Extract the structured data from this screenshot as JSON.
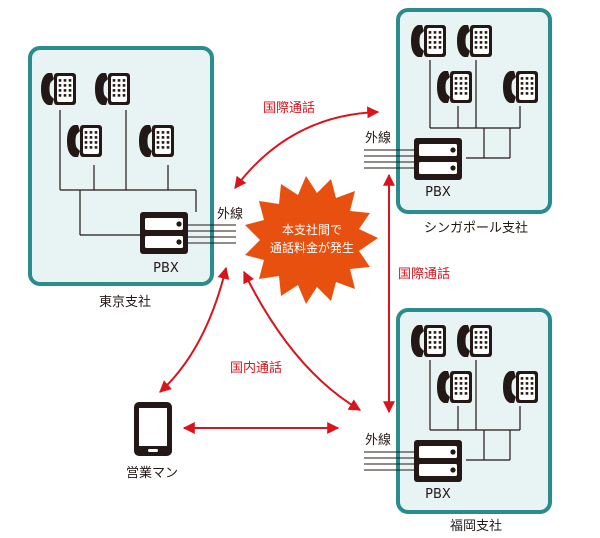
{
  "offices": {
    "tokyo": {
      "name": "東京支社",
      "pbx": "PBX",
      "line": "外線"
    },
    "singapore": {
      "name": "シンガポール支社",
      "pbx": "PBX",
      "line": "外線"
    },
    "fukuoka": {
      "name": "福岡支社",
      "pbx": "PBX",
      "line": "外線"
    }
  },
  "mobile": {
    "name": "営業マン"
  },
  "links": {
    "international_top": "国際通話",
    "international_right": "国際通話",
    "domestic": "国内通話"
  },
  "burst": {
    "line1": "本支社間で",
    "line2": "通話料金が発生"
  },
  "colors": {
    "box_border": "#2a8c8c",
    "box_fill": "#e8f3f3",
    "arrow": "#d9141c",
    "burst": "#e8500f",
    "device": "#231815"
  },
  "icons": [
    "phone-icon",
    "pbx-icon",
    "smartphone-icon",
    "burst-icon"
  ]
}
